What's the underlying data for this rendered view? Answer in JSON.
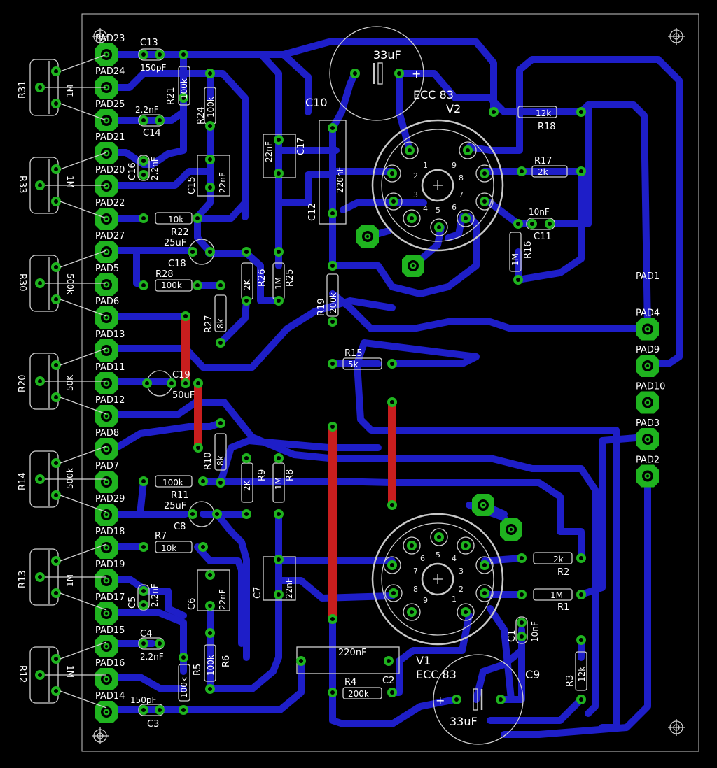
{
  "tubes": [
    {
      "ref": "V2",
      "type": "ECC 83",
      "pins": [
        "1",
        "2",
        "3",
        "4",
        "5",
        "6",
        "7",
        "8",
        "9"
      ]
    },
    {
      "ref": "V1",
      "type": "ECC 83",
      "pins": [
        "1",
        "2",
        "3",
        "4",
        "5",
        "6",
        "7",
        "8",
        "9"
      ]
    }
  ],
  "pads_left": [
    "PAD23",
    "PAD24",
    "PAD25",
    "PAD21",
    "PAD20",
    "PAD22",
    "PAD27",
    "PAD5",
    "PAD6",
    "PAD13",
    "PAD11",
    "PAD12",
    "PAD8",
    "PAD7",
    "PAD29",
    "PAD18",
    "PAD19",
    "PAD17",
    "PAD15",
    "PAD16",
    "PAD14"
  ],
  "pads_right": [
    "PAD1",
    "PAD4",
    "PAD9",
    "PAD10",
    "PAD3",
    "PAD2"
  ],
  "pots": [
    {
      "ref": "R31",
      "value": "1M",
      "mirrored": false
    },
    {
      "ref": "R33",
      "value": "1M",
      "mirrored": true
    },
    {
      "ref": "R30",
      "value": "500k",
      "mirrored": true
    },
    {
      "ref": "R20",
      "value": "50K",
      "mirrored": false
    },
    {
      "ref": "R14",
      "value": "500k",
      "mirrored": false
    },
    {
      "ref": "R13",
      "value": "1M",
      "mirrored": false
    },
    {
      "ref": "R12",
      "value": "1M",
      "mirrored": true
    }
  ],
  "labels": {
    "C13": "C13",
    "C13v": "150pF",
    "C14": "C14",
    "C14v": "2.2nF",
    "R21": "R21",
    "R21v": "100k",
    "R24": "R24",
    "R24v": "100k",
    "C16": "C16",
    "C16v": "2.2nF",
    "C15": "C15",
    "C15v": "22nF",
    "C17": "C17",
    "C17v": "22nF",
    "C10": "C10",
    "C12": "C12",
    "C12v": "220nF",
    "C10v": "33uF",
    "R22": "R22",
    "R22v": "10k",
    "C18": "C18",
    "C18v": "25uF",
    "R28": "R28",
    "R28v": "100k",
    "R26": "R26",
    "R26v": "2K",
    "R25": "R25",
    "R25v": "1M",
    "R27": "R27",
    "R27v": "8k",
    "R19": "R19",
    "R19v": "200k",
    "R18": "R18",
    "R18v": "12k",
    "R17": "R17",
    "R17v": "2k",
    "C11": "C11",
    "C11v": "10nF",
    "R16": "R16",
    "R16v": "1M",
    "C19": "C19",
    "C19v": "50uF",
    "R15": "R15",
    "R15v": "5k",
    "R10": "R10",
    "R10v": "8k",
    "R11": "R11",
    "R11v": "100k",
    "R9": "R9",
    "R9v": "2K",
    "R8": "R8",
    "R8v": "1M",
    "C8": "C8",
    "C8v": "25uF",
    "R7": "R7",
    "R7v": "10k",
    "C6": "C6",
    "C6v": "22nF",
    "C5": "C5",
    "C5v": "2.2nF",
    "C7": "C7",
    "C7v": "22nF",
    "C4": "C4",
    "C4v": "2.2nF",
    "R5": "R5",
    "R5v": "100k",
    "R6": "R6",
    "R6v": "100k",
    "C3": "C3",
    "C3v": "150pF",
    "C2": "C2",
    "C2v": "220nF",
    "R4": "R4",
    "R4v": "200k",
    "R2": "R2",
    "R2v": "2k",
    "R1": "R1",
    "R1v": "1M",
    "C1": "C1",
    "C1v": "10nF",
    "R3": "R3",
    "R3v": "12k",
    "C9": "C9",
    "C9v": "33uF",
    "plus": "+"
  }
}
